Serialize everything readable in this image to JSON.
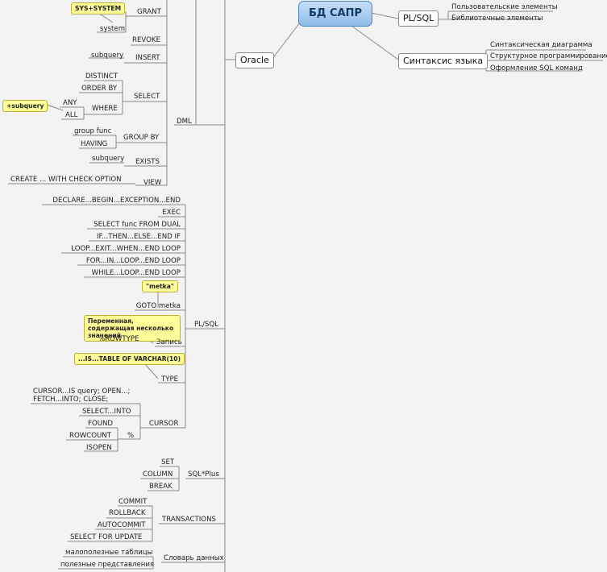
{
  "root": "БД САПР",
  "branches": {
    "oracle": "Oracle",
    "plsql": "PL/SQL",
    "syntax": "Синтаксис языка"
  },
  "plsql_items": [
    "Пользовательские элементы",
    "Библиотечные элементы"
  ],
  "syntax_items": [
    "Синтаксическая диаграмма",
    "Структурное программирование",
    "Оформление SQL команд"
  ],
  "dml": {
    "label": "DML",
    "grant": {
      "label": "GRANT",
      "items": [
        "system"
      ],
      "note": "SYS+SYSTEM"
    },
    "revoke": "REVOKE",
    "insert": {
      "label": "INSERT",
      "items": [
        "subquery"
      ]
    },
    "select": {
      "label": "SELECT",
      "items": [
        "DISTINCT",
        "ORDER BY"
      ],
      "where": {
        "label": "WHERE",
        "items": [
          "ANY",
          "ALL"
        ],
        "note": "+subquery"
      }
    },
    "group_by": {
      "label": "GROUP BY",
      "items": [
        "group func",
        "HAVING"
      ]
    },
    "exists": {
      "label": "EXISTS",
      "items": [
        "subquery"
      ]
    },
    "view": {
      "label": "VIEW",
      "items": [
        "CREATE ... WITH CHECK OPTION"
      ]
    }
  },
  "plsql_section": {
    "label": "PL/SQL",
    "items": [
      "DECLARE...BEGIN...EXCEPTION...END",
      "EXEC",
      "SELECT func FROM DUAL",
      "IF...THEN...ELSE...END IF",
      "LOOP...EXIT...WHEN...END LOOP",
      "FOR...IN...LOOP...END LOOP",
      "WHILE...LOOP...END LOOP"
    ],
    "goto": {
      "label": "GOTO metka",
      "note": "\"metka\""
    },
    "record": {
      "label": "Запись",
      "item": "%ROWTYPE",
      "note": "Переменная, содержащая несколько значений"
    },
    "type": {
      "label": "TYPE",
      "note": "...IS...TABLE OF VARCHAR(10)"
    },
    "cursor": {
      "label": "CURSOR",
      "items": [
        "CURSOR...IS query; OPEN...; FETCH...INTO; CLOSE;",
        "SELECT...INTO"
      ],
      "percent": {
        "label": "%",
        "items": [
          "FOUND",
          "ROWCOUNT",
          "ISOPEN"
        ]
      }
    }
  },
  "sqlplus": {
    "label": "SQL*Plus",
    "items": [
      "SET",
      "COLUMN",
      "BREAK"
    ]
  },
  "transactions": {
    "label": "TRANSACTIONS",
    "items": [
      "COMMIT",
      "ROLLBACK",
      "AUTOCOMMIT",
      "SELECT FOR UPDATE"
    ]
  },
  "dictionary": {
    "label": "Словарь данных",
    "items": [
      "малополезные таблицы",
      "полезные представления"
    ]
  }
}
